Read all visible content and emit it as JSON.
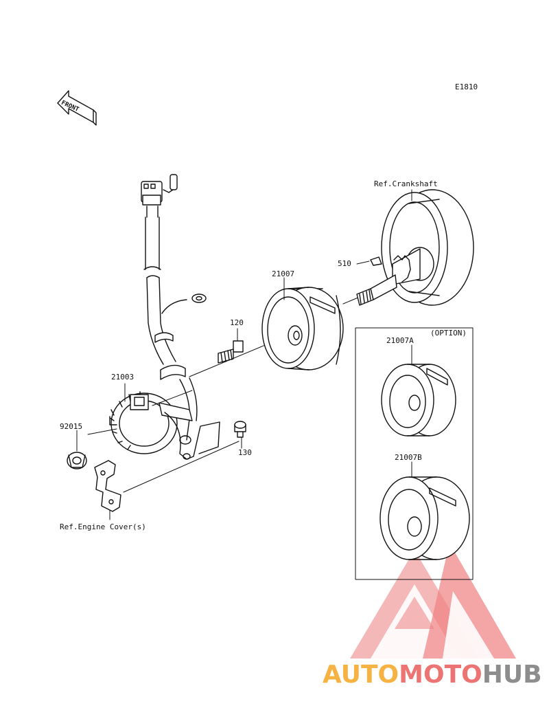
{
  "diagram_code": "E1810",
  "front_label": "FRONT",
  "parts": {
    "ref_crankshaft": "Ref.Crankshaft",
    "woodruff_key": "510",
    "rotor": "21007",
    "bolt": "120",
    "stator": "21003",
    "grommet": "92015",
    "screw": "130",
    "ref_engine_cover": "Ref.Engine Cover(s)",
    "option_title": "(OPTION)",
    "rotor_a": "21007A",
    "rotor_b": "21007B"
  },
  "watermark": {
    "part1": "AUTO",
    "part2": "MOTO",
    "part3": "HUB",
    "color_auto": "#f5a623",
    "color_moto": "#e8524f",
    "color_hub": "#7a7a7a"
  }
}
